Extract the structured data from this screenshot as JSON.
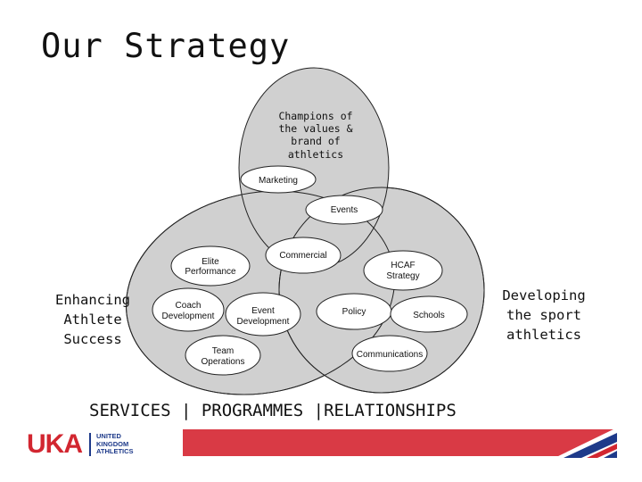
{
  "title": "Our Strategy",
  "top_text": [
    "Champions of",
    "the values &",
    "brand of",
    "athletics"
  ],
  "left_label": "Enhancing\nAthlete\nSuccess",
  "right_label": "Developing\nthe sport\nathletics",
  "nodes": {
    "marketing": "Marketing",
    "events": "Events",
    "commercial": "Commercial",
    "elite_line1": "Elite",
    "elite_line2": "Performance",
    "hcaf_line1": "HCAF",
    "hcaf_line2": "Strategy",
    "coach_line1": "Coach",
    "coach_line2": "Development",
    "event_dev_line1": "Event",
    "event_dev_line2": "Development",
    "policy": "Policy",
    "schools": "Schools",
    "team_line1": "Team",
    "team_line2": "Operations",
    "communications": "Communications"
  },
  "footer": "SERVICES | PROGRAMMES |RELATIONSHIPS",
  "logo": {
    "mark": "UKA",
    "sub": [
      "UNITED",
      "KINGDOM",
      "ATHLETICS"
    ]
  },
  "colors": {
    "ellipse_fill": "#d0d0d0",
    "node_fill": "#ffffff",
    "brand_red": "#d22630",
    "brand_blue": "#1e3a8a"
  }
}
